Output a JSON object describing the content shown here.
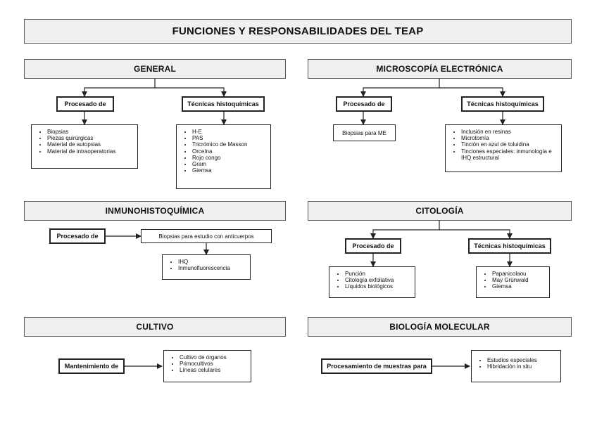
{
  "title": "FUNCIONES Y RESPONSABILIDADES DEL TEAP",
  "general": {
    "heading": "GENERAL",
    "left_label": "Procesado de",
    "left_items": [
      "Biopsias",
      "Piezas quirúrgicas",
      "Material de autopsias",
      "Material de intraoperatorias"
    ],
    "right_label": "Técnicas histoquímicas",
    "right_items": [
      "H-E",
      "PAS",
      "Tricrómico de Masson",
      "Orceína",
      "Rojo congo",
      "Gram",
      "Giemsa"
    ]
  },
  "microscopia": {
    "heading": "MICROSCOPÍA ELECTRÓNICA",
    "left_label": "Procesado de",
    "left_note": "Biopsias para ME",
    "right_label": "Técnicas histoquímicas",
    "right_items": [
      "Inclusión en resinas",
      "Microtomía",
      "Tinción en azul de toluidina",
      "Tinciones especiales: inmunología e IHQ estructural"
    ]
  },
  "inmuno": {
    "heading": "INMUNOHISTOQUÍMICA",
    "label": "Procesado de",
    "note": "Biopsias para estudio con anticuerpos",
    "items": [
      "IHQ",
      "Inmunofluorescencia"
    ]
  },
  "citologia": {
    "heading": "CITOLOGÍA",
    "left_label": "Procesado de",
    "left_items": [
      "Punción",
      "Citología exfoliativa",
      "Líquidos biológicos"
    ],
    "right_label": "Técnicas histoquímicas",
    "right_items": [
      "Papanicolaou",
      "May Grünwald",
      "Giemsa"
    ]
  },
  "cultivo": {
    "heading": "CULTIVO",
    "label": "Mantenimiento de",
    "items": [
      "Cultivo de órganos",
      "Primocultivos",
      "Líneas celulares"
    ]
  },
  "biologia": {
    "heading": "BIOLOGÍA MOLECULAR",
    "label": "Procesamiento de muestras para",
    "items": [
      "Estudios especiales",
      "Hibridación in situ"
    ]
  }
}
